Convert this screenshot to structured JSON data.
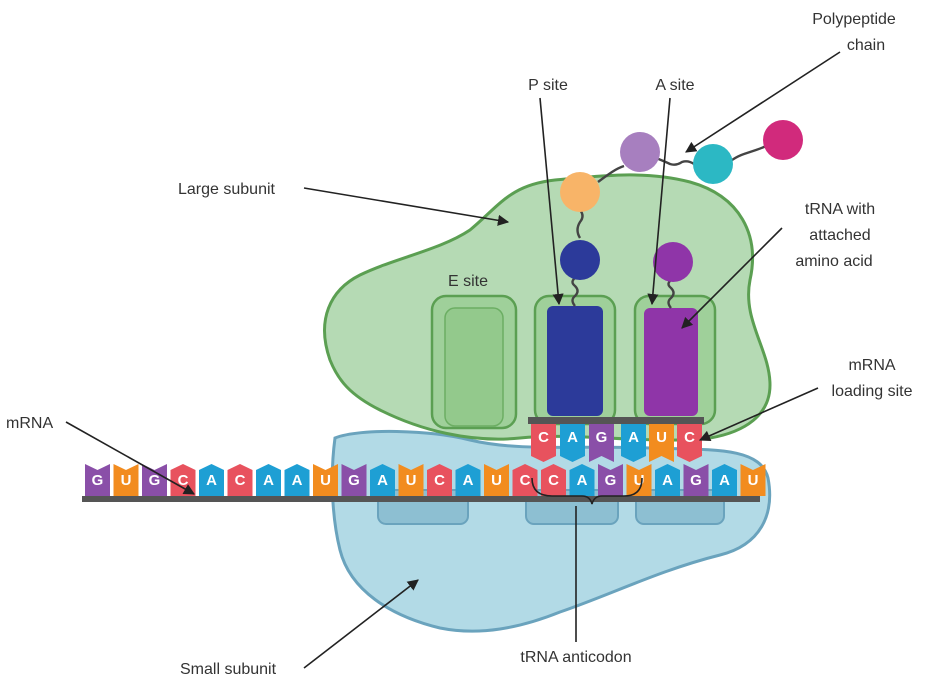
{
  "labels": {
    "polypeptide": [
      "Polypeptide",
      "chain"
    ],
    "p_site": "P site",
    "a_site": "A site",
    "e_site": "E site",
    "large_subunit": "Large subunit",
    "trna_aa": [
      "tRNA with",
      "attached",
      "amino acid"
    ],
    "mrna_loading": [
      "mRNA",
      "loading site"
    ],
    "mrna": "mRNA",
    "small_subunit": "Small subunit",
    "trna_anticodon": "tRNA anticodon"
  },
  "mrna_sequence": [
    "G",
    "U",
    "G",
    "C",
    "A",
    "C",
    "A",
    "A",
    "U",
    "G",
    "A",
    "U",
    "C",
    "A",
    "U",
    "C",
    "C",
    "A",
    "G",
    "U",
    "A",
    "G",
    "A",
    "U"
  ],
  "anticodon_p_site": [
    "C",
    "A",
    "G"
  ],
  "anticodon_a_site": [
    "A",
    "U",
    "C"
  ],
  "colors": {
    "A": "#1e9fd4",
    "U": "#f28c1f",
    "G": "#8a4fa8",
    "C": "#e8525e",
    "large_subunit_fill": "#b5dab4",
    "large_subunit_stroke": "#5b9f52",
    "small_subunit_fill": "#b2dae6",
    "small_subunit_stroke": "#6aa3bd",
    "p_site_trna": "#2c3a9a",
    "a_site_trna": "#8f35a8",
    "amino_orange": "#f8b468",
    "amino_lilac": "#a77fbf",
    "amino_teal": "#2cb8c4",
    "amino_magenta": "#d12a7c",
    "amino_navy": "#2c3a9a",
    "amino_purple": "#8f35a8"
  }
}
